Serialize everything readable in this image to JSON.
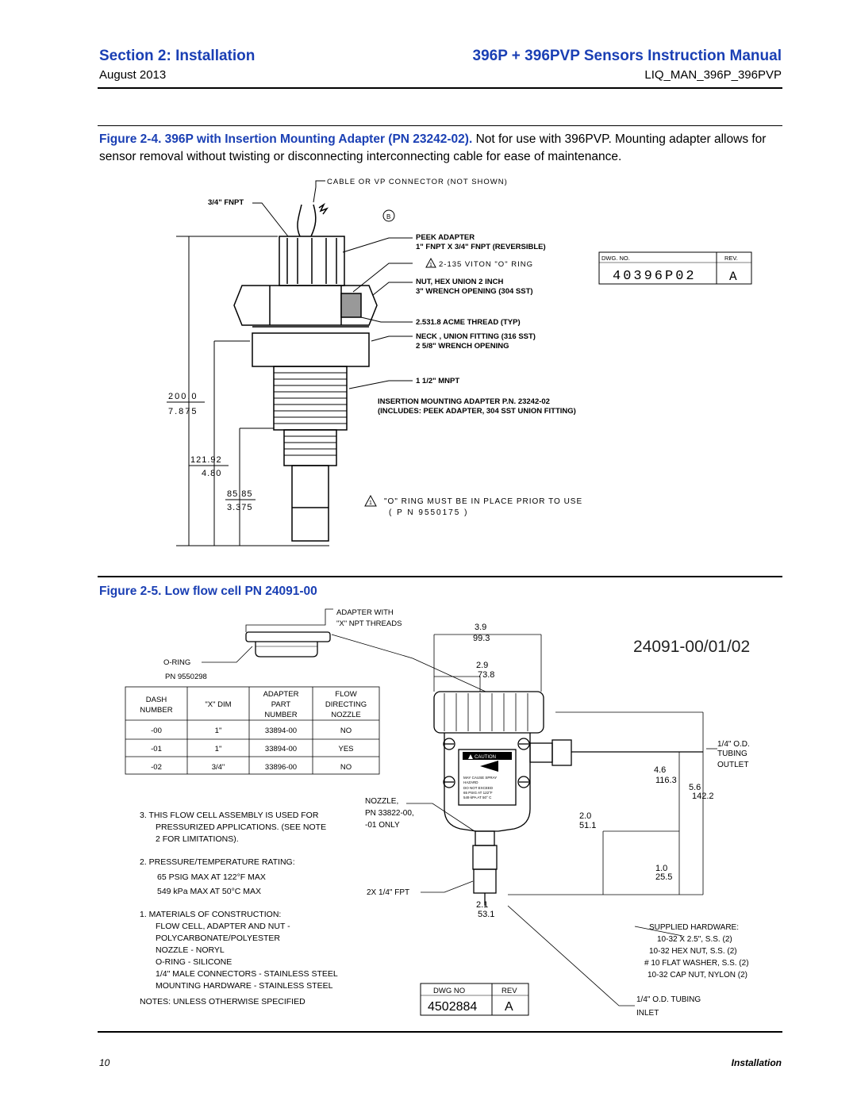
{
  "header": {
    "section": "Section 2: Installation",
    "manual": "396P + 396PVP Sensors Instruction Manual",
    "date": "August 2013",
    "doc_id": "LIQ_MAN_396P_396PVP"
  },
  "figure_2_4": {
    "caption_bold": "Figure 2-4. 396P with Insertion Mounting Adapter (PN 23242-02).",
    "caption_text": " Not for use with 396PVP. Mounting adapter allows for sensor removal without twisting or disconnecting interconnecting cable for ease of maintenance.",
    "labels": {
      "cable": "CABLE OR VP CONNECTOR (NOT SHOWN)",
      "fnpt": "3/4\" FNPT",
      "b": "B",
      "peek": "PEEK ADAPTER",
      "peek2": "1\" FNPT X 3/4\" FNPT (REVERSIBLE)",
      "oring": "2-135 VITON \"O\" RING",
      "nut": "NUT, HEX UNION 2 INCH",
      "nut2": "3\" WRENCH OPENING (304 SST)",
      "acme": "2.531.8 ACME THREAD (TYP)",
      "neck": "NECK , UNION FITTING (316 SST)",
      "neck2": "2 5/8\" WRENCH OPENING",
      "mnpt": "1 1/2\" MNPT",
      "insertion": "INSERTION MOUNTING ADAPTER P.N. 23242-02",
      "insertion2": "(INCLUDES: PEEK ADAPTER, 304 SST UNION FITTING)",
      "dim1a": "200.0",
      "dim1b": "7.875",
      "dim2a": "121.92",
      "dim2b": "4.80",
      "dim3a": "85.85",
      "dim3b": "3.375",
      "note": "\"O\" RING MUST BE IN PLACE PRIOR TO USE",
      "note2": "( P N 9550175 )",
      "warn1": "1",
      "warn2": "1",
      "dwg_label": "DWG. NO.",
      "rev_label": "REV.",
      "dwg_no": "40396P02",
      "rev": "A"
    }
  },
  "figure_2_5": {
    "caption": "Figure 2-5. Low flow cell PN 24091-00",
    "title": "24091-00/01/02",
    "labels": {
      "adapter": "ADAPTER WITH",
      "adapter2": "\"X\" NPT THREADS",
      "oring": "O-RING",
      "oring_pn": "PN 9550298",
      "d1a": "3.9",
      "d1b": "99.3",
      "d2a": "2.9",
      "d2b": "73.8",
      "d3a": "4.6",
      "d3b": "116.3",
      "d4a": "5.6",
      "d4b": "142.2",
      "d5a": "2.0",
      "d5b": "51.1",
      "d6a": "1.0",
      "d6b": "25.5",
      "d7a": "2.1",
      "d7b": "53.1",
      "outlet1": "1/4\" O.D.",
      "outlet2": "TUBING",
      "outlet3": "OUTLET",
      "nozzle1": "NOZZLE,",
      "nozzle2": "PN 33822-00,",
      "nozzle3": "-01 ONLY",
      "fpt": "2X 1/4\" FPT",
      "caution": "CAUTION",
      "c1": "MAY CAUSE SPRAY",
      "c2": "HAZARD",
      "c3": "DO NOT EXCEED",
      "c4": "65 PSIG AT 122°F",
      "c5": "549 kPA AT 50° C",
      "hw_title": "SUPPLIED HARDWARE:",
      "hw1": "10-32 X 2.5\", S.S. (2)",
      "hw2": "10-32 HEX NUT, S.S. (2)",
      "hw3": "# 10 FLAT WASHER, S.S. (2)",
      "hw4": "10-32 CAP NUT, NYLON (2)",
      "inlet1": "1/4\" O.D. TUBING",
      "inlet2": "INLET",
      "dwg_label": "DWG NO",
      "rev_label": "REV",
      "dwg_no": "4502884",
      "rev": "A"
    },
    "table": {
      "headers": [
        [
          "DASH",
          "NUMBER"
        ],
        [
          "\"X\" DIM"
        ],
        [
          "ADAPTER",
          "PART",
          "NUMBER"
        ],
        [
          "FLOW",
          "DIRECTING",
          "NOZZLE"
        ]
      ],
      "rows": [
        [
          "-00",
          "1\"",
          "33894-00",
          "NO"
        ],
        [
          "-01",
          "1\"",
          "33894-00",
          "YES"
        ],
        [
          "-02",
          "3/4\"",
          "33896-00",
          "NO"
        ]
      ]
    },
    "notes": [
      "3.  THIS FLOW CELL ASSEMBLY IS USED FOR",
      "PRESSURIZED APPLICATIONS. (SEE NOTE",
      "2 FOR LIMITATIONS).",
      "2.  PRESSURE/TEMPERATURE RATING:",
      "65 PSIG MAX AT 122°F MAX",
      "549 kPa MAX AT 50°C MAX",
      "1.  MATERIALS OF CONSTRUCTION:",
      "FLOW CELL, ADAPTER AND NUT -",
      "POLYCARBONATE/POLYESTER",
      "NOZZLE - NORYL",
      "O-RING - SILICONE",
      "1/4\" MALE CONNECTORS - STAINLESS STEEL",
      "MOUNTING HARDWARE - STAINLESS STEEL",
      "NOTES: UNLESS OTHERWISE SPECIFIED"
    ]
  },
  "footer": {
    "page": "10",
    "section": "Installation"
  }
}
